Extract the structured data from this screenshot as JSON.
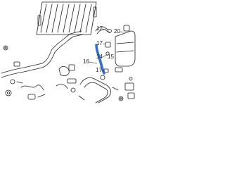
{
  "colors": {
    "line": "#1f1f1f",
    "highlight": "#2f6fd6",
    "background": "#ffffff"
  },
  "callouts": {
    "c12": "12",
    "c20": "20",
    "c17a": "17",
    "c14": "14",
    "c15": "15",
    "c16": "16",
    "c17b": "17"
  }
}
